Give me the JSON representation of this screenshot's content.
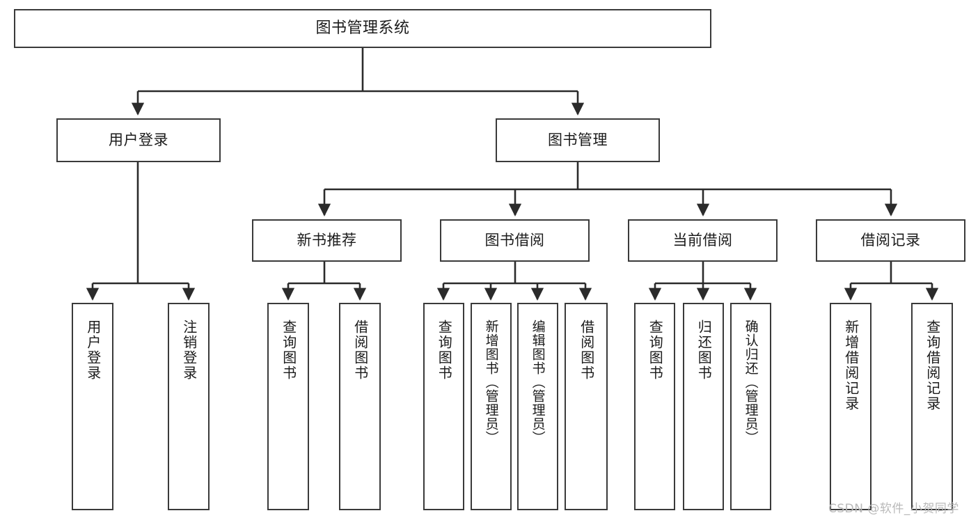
{
  "diagram": {
    "title": "图书管理系统",
    "type": "tree",
    "root": {
      "label": "图书管理系统"
    },
    "level2": [
      {
        "label": "用户登录"
      },
      {
        "label": "图书管理"
      }
    ],
    "level3": [
      {
        "label": "新书推荐"
      },
      {
        "label": "图书借阅"
      },
      {
        "label": "当前借阅"
      },
      {
        "label": "借阅记录"
      }
    ],
    "leaves": {
      "user_login": [
        {
          "label": "用户登录"
        },
        {
          "label": "注销登录"
        }
      ],
      "new_book_recommend": [
        {
          "label": "查询图书"
        },
        {
          "label": "借阅图书"
        }
      ],
      "book_borrow": [
        {
          "label": "查询图书"
        },
        {
          "label": "新增图书（管理员）"
        },
        {
          "label": "编辑图书（管理员）"
        },
        {
          "label": "借阅图书"
        }
      ],
      "current_borrow": [
        {
          "label": "查询图书"
        },
        {
          "label": "归还图书"
        },
        {
          "label": "确认归还（管理员）"
        }
      ],
      "borrow_record": [
        {
          "label": "新增借阅记录"
        },
        {
          "label": "查询借阅记录"
        }
      ]
    }
  },
  "watermark": {
    "text": "CSDN @软件_小贺同学"
  },
  "colors": {
    "border": "#3a3a3a",
    "line": "#2b2b2b",
    "text": "#1b1b1b",
    "watermark": "#b9b9b9",
    "background": "#ffffff"
  }
}
